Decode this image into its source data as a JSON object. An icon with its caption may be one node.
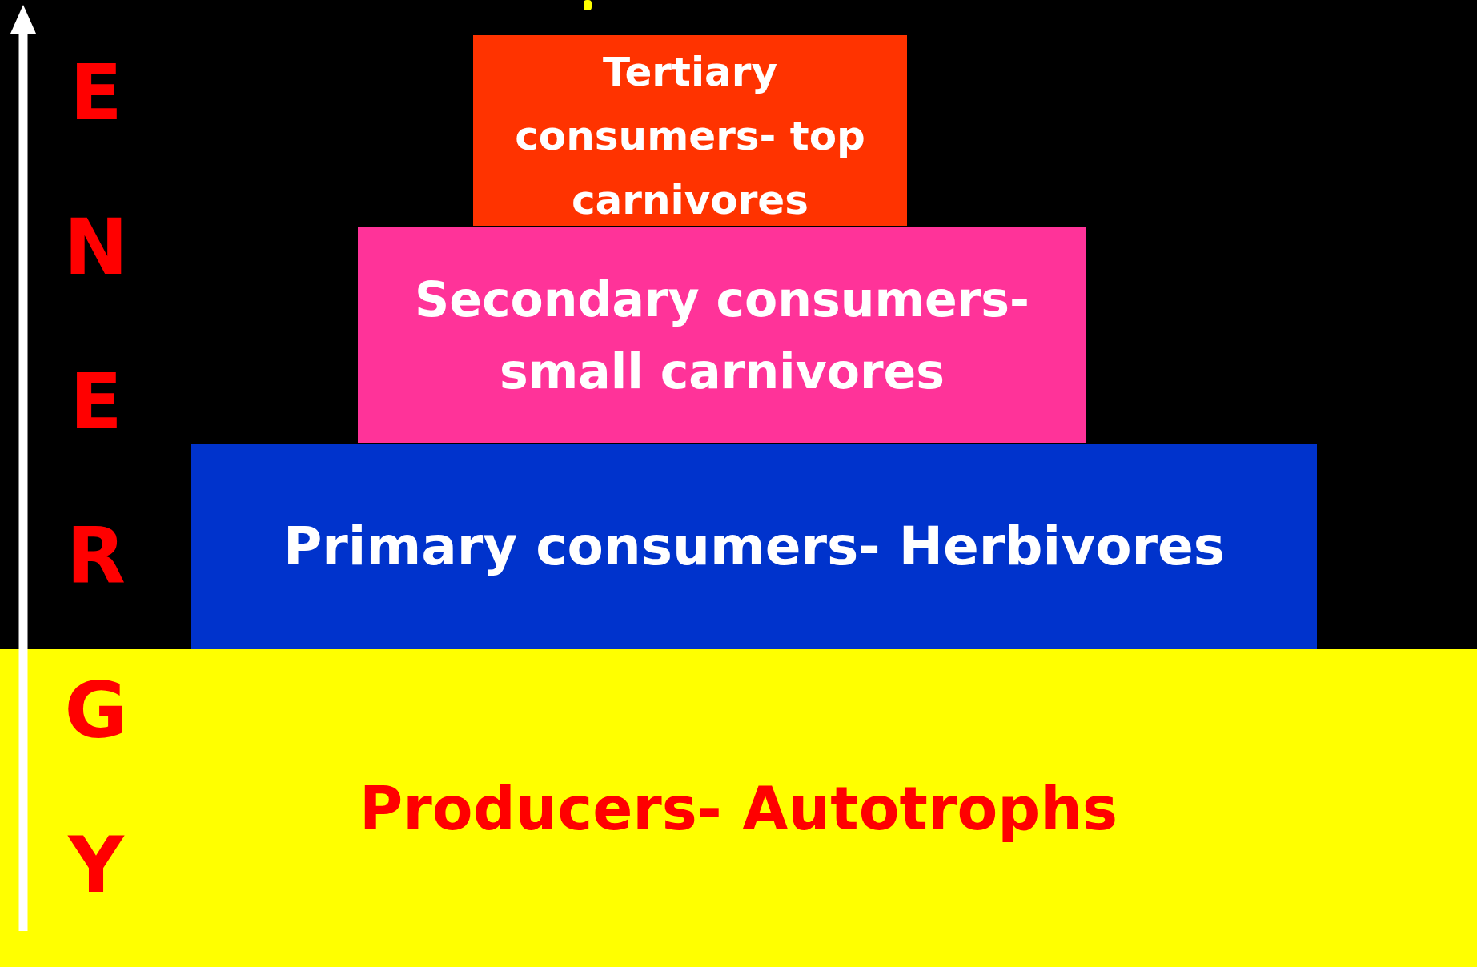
{
  "diagram": {
    "nodes": [
      {
        "text": [
          "Tertiary consumers- top carnivores"
        ]
      },
      {
        "text": [
          "Secondary consumers- small carnivores"
        ]
      },
      {
        "text": [
          "Primary consumers- Herbivores"
        ]
      },
      {
        "text": [
          "Producers- Autotrophs"
        ]
      }
    ],
    "labels": [
      "ENERGY"
    ]
  }
}
